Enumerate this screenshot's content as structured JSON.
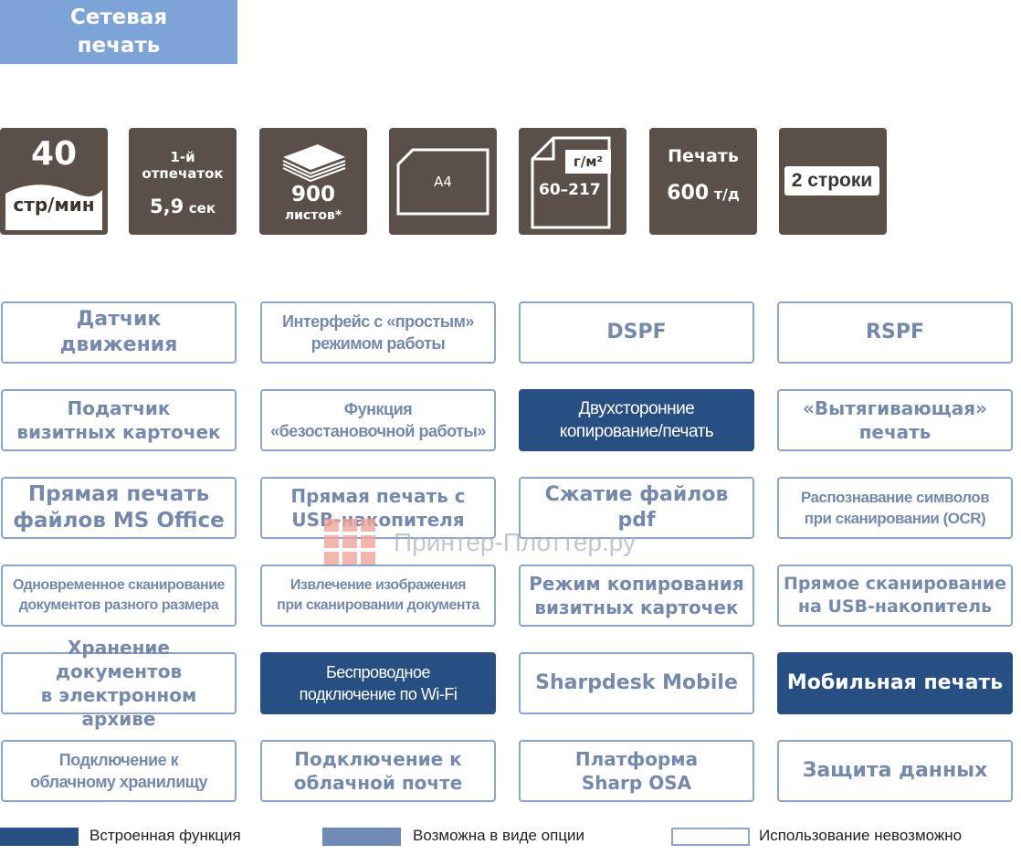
{
  "header": {
    "line1": "Сетевая",
    "line2": "печать"
  },
  "specs": {
    "speed": {
      "value": "40",
      "unit": "стр/мин"
    },
    "first_print": {
      "line1": "1-й",
      "line2": "отпечаток",
      "value": "5,9",
      "unit": "сек"
    },
    "paper_capacity": {
      "value": "900",
      "unit": "листов*"
    },
    "paper_size": {
      "value": "A4"
    },
    "paper_weight": {
      "unit": "г/м²",
      "value": "60–217"
    },
    "resolution": {
      "label": "Печать",
      "value": "600",
      "unit": "т/д"
    },
    "display": {
      "value": "2 строки"
    }
  },
  "features": [
    {
      "text": "Датчик\nдвижения",
      "status": "optional"
    },
    {
      "text": "Интерфейс с «простым»\nрежимом работы",
      "status": "optional"
    },
    {
      "text": "DSPF",
      "status": "optional"
    },
    {
      "text": "RSPF",
      "status": "optional"
    },
    {
      "text": "Податчик\nвизитных карточек",
      "status": "optional"
    },
    {
      "text": "Функция\n«безостановочной работы»",
      "status": "optional"
    },
    {
      "text": "Двухсторонние\nкопирование/печать",
      "status": "builtin"
    },
    {
      "text": "«Вытягивающая»\nпечать",
      "status": "optional"
    },
    {
      "text": "Прямая печать\nфайлов MS Office",
      "status": "optional"
    },
    {
      "text": "Прямая печать с\nUSB-накопителя",
      "status": "optional"
    },
    {
      "text": "Сжатие файлов pdf",
      "status": "optional"
    },
    {
      "text": "Распознавание символов\nпри сканировании (OCR)",
      "status": "optional"
    },
    {
      "text": "Одновременное сканирование\nдокументов разного размера",
      "status": "optional"
    },
    {
      "text": "Извлечение изображения\nпри сканировании документа",
      "status": "optional"
    },
    {
      "text": "Режим копирования\nвизитных карточек",
      "status": "optional"
    },
    {
      "text": "Прямое сканирование\nна  USB-накопитель",
      "status": "optional"
    },
    {
      "text": "Хранение документов\nв электронном архиве",
      "status": "optional"
    },
    {
      "text": "Беспроводное\nподключение по Wi-Fi",
      "status": "builtin"
    },
    {
      "text": "Sharpdesk Mobile",
      "status": "optional"
    },
    {
      "text": "Мобильная печать",
      "status": "builtin"
    },
    {
      "text": "Подключение к\nоблачному хранилищу",
      "status": "optional"
    },
    {
      "text": "Подключение к\nоблачной почте",
      "status": "optional"
    },
    {
      "text": "Платформа\nSharp OSA",
      "status": "optional"
    },
    {
      "text": "Защита данных",
      "status": "optional"
    }
  ],
  "legend": {
    "builtin": "Встроенная функция",
    "optional": "Возможна в виде опции",
    "unavailable": "Использование невозможно"
  },
  "watermark": "Принтер-Плоттер.ру",
  "colors": {
    "builtin": "#284f81",
    "optional": "#7189b5",
    "tile": "#5a5049",
    "header": "#7ea3d6"
  }
}
